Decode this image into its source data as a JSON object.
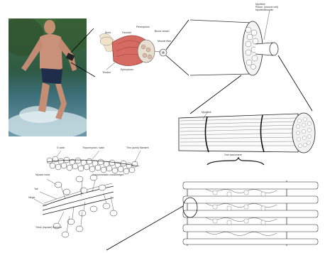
{
  "muscle_labels": {
    "bone": "Bone",
    "fascicle": "Fascicle",
    "perimysium": "Perimysium",
    "blood_vessel": "Blood vessel",
    "muscle_fiber": "Muscle fiber",
    "tendon": "Tendon",
    "epimysium": "Epimysium"
  },
  "fiber_labels": {
    "top": "Myofibril",
    "top2": "Plasm. (muscle cell)",
    "top3": "Myofibril/bundle"
  },
  "myofibril_labels": {
    "top": "Myofibril"
  },
  "sarcomere_labels": {
    "one_sarcomere": "One sarcomere"
  },
  "filament_labels": {
    "g_actin": "G actin",
    "troponin_actin": "Tropomyosin / actin",
    "thin": "Thin (actin) filament",
    "myosin_head": "Myosin head",
    "myosin_crossbridges": "A myosin/actin crossbridges",
    "tail": "Tail",
    "hinge": "Hinge",
    "thick": "Thick (myosin) filament"
  }
}
